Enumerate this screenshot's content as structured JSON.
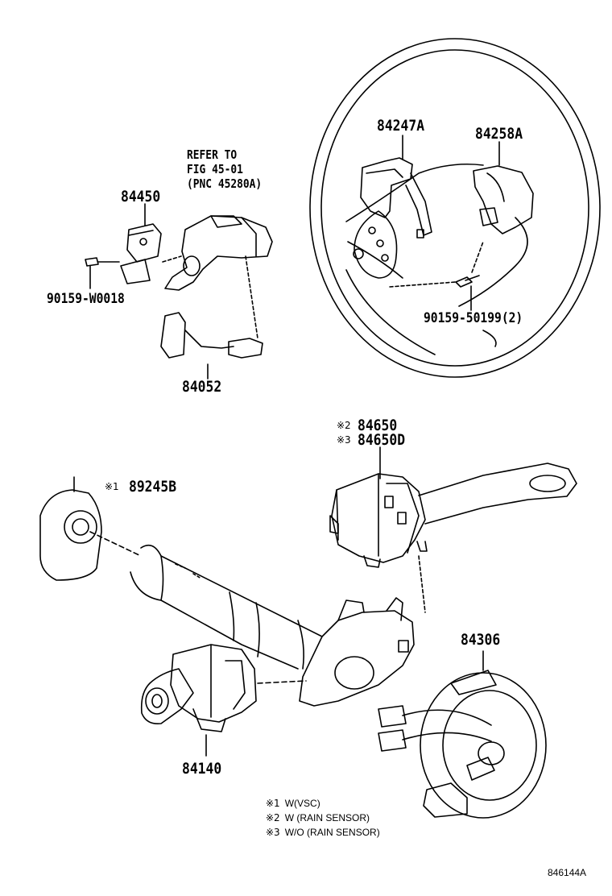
{
  "refer": {
    "line1": "REFER TO",
    "line2": "FIG  45-01",
    "line3": "(PNC 45280A)"
  },
  "parts": {
    "p84450": "84450",
    "p90159w": "90159-W0018",
    "p84052": "84052",
    "p84247a": "84247A",
    "p84258a": "84258A",
    "p90159_50199": "90159-50199(2)",
    "p84650": "84650",
    "p84650d": "84650D",
    "p89245b": "89245B",
    "p84306": "84306",
    "p84140": "84140"
  },
  "marks": {
    "m1": "※1",
    "m2": "※2",
    "m3": "※3"
  },
  "notes": [
    {
      "mark": "※1",
      "text": "W(VSC)"
    },
    {
      "mark": "※2",
      "text": "W (RAIN SENSOR)"
    },
    {
      "mark": "※3",
      "text": "W/O (RAIN SENSOR)"
    }
  ],
  "figure_code": "846144A"
}
